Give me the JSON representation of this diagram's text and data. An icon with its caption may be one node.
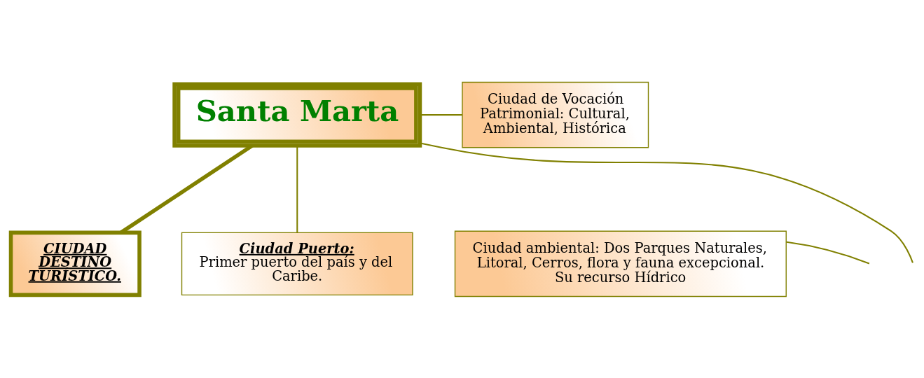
{
  "diagram": {
    "nodes": [
      {
        "text": [
          "Santa Marta"
        ]
      },
      {
        "text": [
          "Ciudad de Vocación Patrimonial: Cultural, Ambiental, Histórica"
        ]
      },
      {
        "text": [
          "CIUDAD DESTINO TURÍSTICO."
        ]
      },
      {
        "text": [
          "Ciudad Puerto:",
          "Primer puerto del país y del Caribe."
        ]
      },
      {
        "text": [
          "Ciudad ambiental: Dos Parques Naturales, Litoral, Cerros, flora y fauna excepcional. Su recurso Hídrico"
        ]
      }
    ],
    "edges": [
      {
        "from": 0,
        "to": 1,
        "arrow": "none"
      },
      {
        "from": 0,
        "to": null,
        "arrow": "none"
      },
      {
        "from": 0,
        "to": 2,
        "arrow": "none",
        "style": "thick"
      },
      {
        "from": 0,
        "to": 3,
        "arrow": "none"
      },
      {
        "from": 4,
        "to": null,
        "arrow": "none"
      }
    ]
  }
}
